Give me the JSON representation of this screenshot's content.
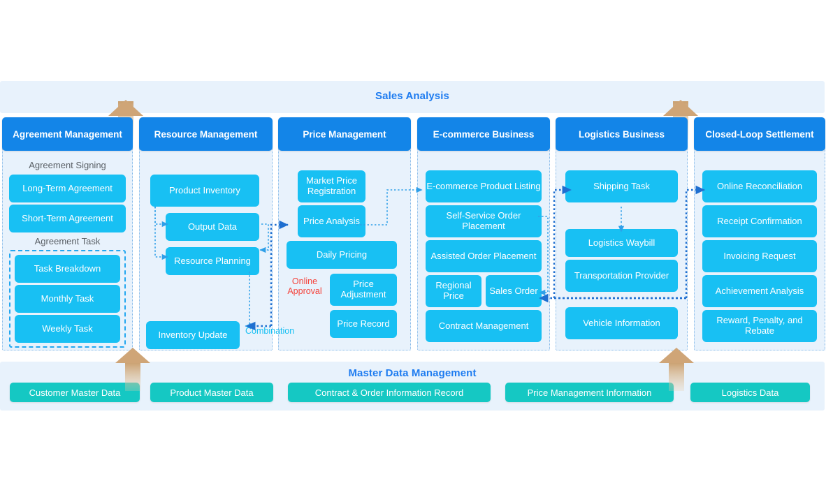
{
  "top_banner": {
    "title": "Sales Analysis"
  },
  "bottom_banner": {
    "title": "Master Data Management",
    "chips": [
      {
        "label": "Customer Master Data"
      },
      {
        "label": "Product Master Data"
      },
      {
        "label": "Contract & Order Information Record"
      },
      {
        "label": "Price Management Information"
      },
      {
        "label": "Logistics Data"
      }
    ]
  },
  "columns": [
    {
      "title": "Agreement Management",
      "group_labels": [
        "Agreement Signing",
        "Agreement Task"
      ],
      "items": [
        {
          "label": "Long-Term Agreement"
        },
        {
          "label": "Short-Term Agreement"
        },
        {
          "label": "Task Breakdown"
        },
        {
          "label": "Monthly Task"
        },
        {
          "label": "Weekly Task"
        }
      ]
    },
    {
      "title": "Resource Management",
      "items": [
        {
          "label": "Product Inventory"
        },
        {
          "label": "Output Data"
        },
        {
          "label": "Resource Planning"
        },
        {
          "label": "Inventory Update"
        }
      ]
    },
    {
      "title": "Price Management",
      "items": [
        {
          "label": "Market Price Registration"
        },
        {
          "label": "Price Analysis"
        },
        {
          "label": "Daily Pricing"
        },
        {
          "label": "Price Adjustment"
        },
        {
          "label": "Price Record"
        }
      ]
    },
    {
      "title": "E-commerce Business",
      "items": [
        {
          "label": "E-commerce Product Listing"
        },
        {
          "label": "Self-Service Order Placement"
        },
        {
          "label": "Assisted Order Placement"
        },
        {
          "label": "Regional Price"
        },
        {
          "label": "Sales Order"
        },
        {
          "label": "Contract Management"
        }
      ]
    },
    {
      "title": "Logistics Business",
      "items": [
        {
          "label": "Shipping Task"
        },
        {
          "label": "Logistics Waybill"
        },
        {
          "label": "Transportation Provider"
        },
        {
          "label": "Vehicle Information"
        }
      ]
    },
    {
      "title": "Closed-Loop Settlement",
      "items": [
        {
          "label": "Online Reconciliation"
        },
        {
          "label": "Receipt Confirmation"
        },
        {
          "label": "Invoicing Request"
        },
        {
          "label": "Achievement Analysis"
        },
        {
          "label": "Reward, Penalty, and Rebate"
        }
      ]
    }
  ],
  "annotations": {
    "online_approval": "Online\nApproval",
    "online_approval_line1": "Online",
    "online_approval_line2": "Approval",
    "combination": "Combination"
  },
  "colors": {
    "header_blue": "#1385e8",
    "item_cyan": "#18c0f3",
    "band_bg": "#e8f2fc",
    "chip_teal": "#15c8c3",
    "banner_text": "#1e7cf0",
    "arrow_tan": "#d2a571",
    "red_label": "#f4443c",
    "connector_blue": "#1f6fd0"
  }
}
